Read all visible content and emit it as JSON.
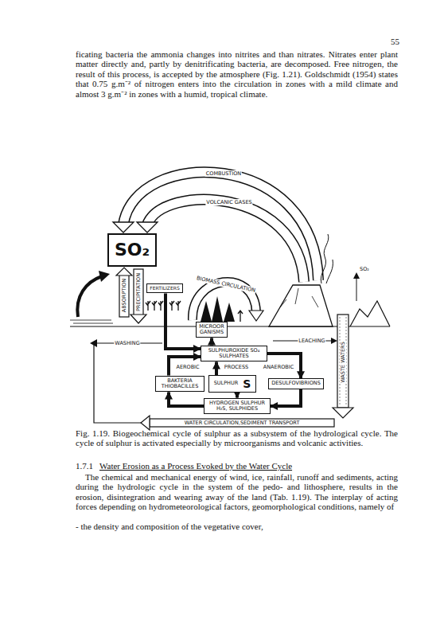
{
  "diagram": {
    "caption": "Fig. 1.19. Biogeochemical cycle of sulphur as a subsystem of the hydrological cycle. The cycle of sulphur is activated especially by microorganisms and volcanic activities.",
    "nodes": [
      {
        "text": [
          "SO₂"
        ]
      },
      {
        "text": [
          "FERTILIZERS"
        ]
      },
      {
        "text": [
          "MICROOR GANISMS"
        ]
      },
      {
        "text": [
          "SULPHUROXIDE SO₄ SULPHATES"
        ]
      },
      {
        "text": [
          "BAKTERIA THIOBACILLES"
        ]
      },
      {
        "text": [
          "SULPHUR",
          "S"
        ]
      },
      {
        "text": [
          "DESULFOVIBRIONS"
        ]
      },
      {
        "text": [
          "HYDROGEN SULPHUR H₂S, SULPHIDES"
        ]
      }
    ],
    "edges": [
      {
        "from": 1,
        "to": 3,
        "arrow": "to"
      },
      {
        "from": 3,
        "to": 2,
        "arrow": "to"
      },
      {
        "from": 4,
        "to": 3,
        "arrow": "to"
      },
      {
        "from": 5,
        "to": 3,
        "arrow": "to"
      },
      {
        "from": 3,
        "to": 6,
        "arrow": "to"
      },
      {
        "from": 6,
        "to": 7,
        "arrow": "to"
      },
      {
        "from": 5,
        "to": 7,
        "arrow": "to"
      },
      {
        "from": 7,
        "to": 4,
        "arrow": "to"
      }
    ],
    "labels": [
      "55",
      "ficating bacteria the ammonia changes into nitrites and than nitrates. Nitrates enter plant matter directly and, partly by denitrificating bacteria, are decomposed. Free nitrogen, the result of this process, is accepted by the atmosphere (Fig. 1.21). Goldschmidt (1954) states that 0.75 g.m⁻² of nitrogen enters into the circulation in zones with a mild climate and almost 3 g.m⁻² in zones with a humid, tropical climate.",
      "COMBUSTION",
      "VOLCANIC GASES",
      "BIOMASS CIRCULATION",
      "ABSORPTION",
      "PRECIPITATION",
      "WASHING",
      "LEACHING",
      "AEROBIC",
      "PROCESS",
      "ANAEROBIC",
      "WASTE WATERS",
      "WATER CIRCULATION,SEDIMENT TRANSPORT",
      "SO₂",
      "1.7.1",
      "Water Erosion as a Process Evoked by the Water Cycle",
      "The chemical and mechanical energy of wind, ice, rainfall, runoff and sediments, acting during the hydrologic cycle in the system of the pedo- and lithosphere, results in the erosion, disintegration and wearing away of the land (Tab. 1.19). The interplay of acting forces depending on hydrometeorological factors, geomorphological conditions, namely of",
      "- the density and composition of the vegetative cover,"
    ]
  }
}
